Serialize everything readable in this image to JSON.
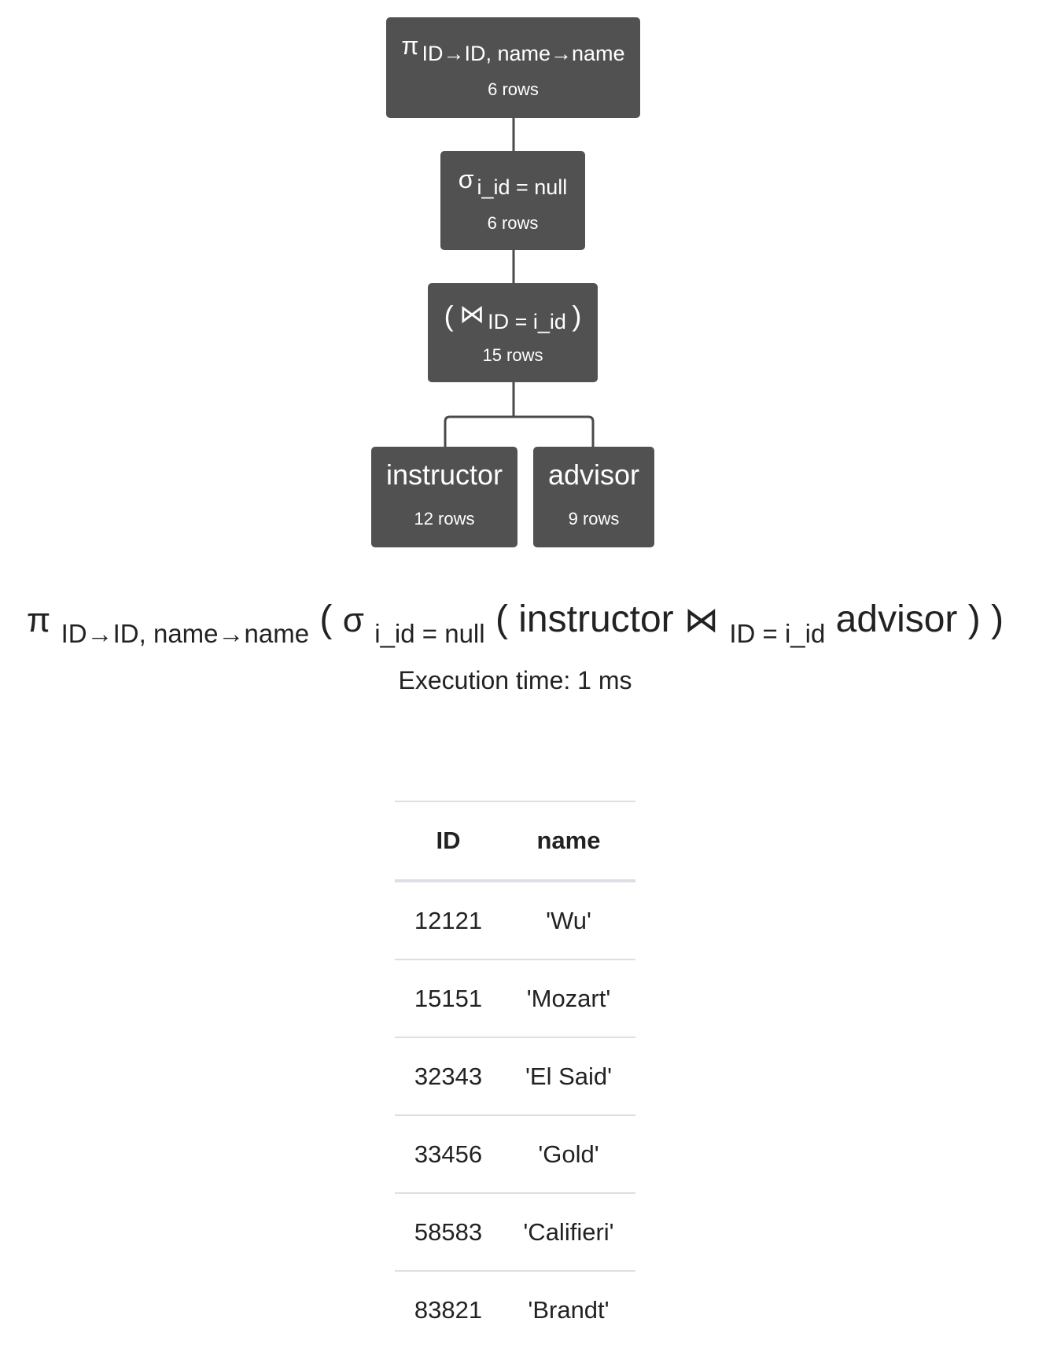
{
  "tree": {
    "projection": {
      "symbol": "π",
      "label": "ID→ID, name→name",
      "rows": "6 rows"
    },
    "selection": {
      "symbol": "σ",
      "label": "i_id = null",
      "rows": "6 rows"
    },
    "join": {
      "open_paren": "(",
      "symbol": "⋈",
      "label": "ID = i_id",
      "close_paren": ")",
      "rows": "15 rows"
    },
    "instructor": {
      "label": "instructor",
      "rows": "12 rows"
    },
    "advisor": {
      "label": "advisor",
      "rows": "9 rows"
    }
  },
  "expression": {
    "pi": "π",
    "pi_sub": "ID→ID, name→name",
    "paren1_open": "(",
    "sigma": "σ",
    "sigma_sub": "i_id = null",
    "paren2_open": "(",
    "left_relation": "instructor",
    "join": "⋈",
    "join_sub": "ID = i_id",
    "right_relation": "advisor",
    "close_parens": ") )"
  },
  "execution_time": "Execution time: 1 ms",
  "result_table": {
    "columns": [
      "ID",
      "name"
    ],
    "rows": [
      [
        "12121",
        "'Wu'"
      ],
      [
        "15151",
        "'Mozart'"
      ],
      [
        "32343",
        "'El Said'"
      ],
      [
        "33456",
        "'Gold'"
      ],
      [
        "58583",
        "'Califieri'"
      ],
      [
        "83821",
        "'Brandt'"
      ]
    ]
  }
}
